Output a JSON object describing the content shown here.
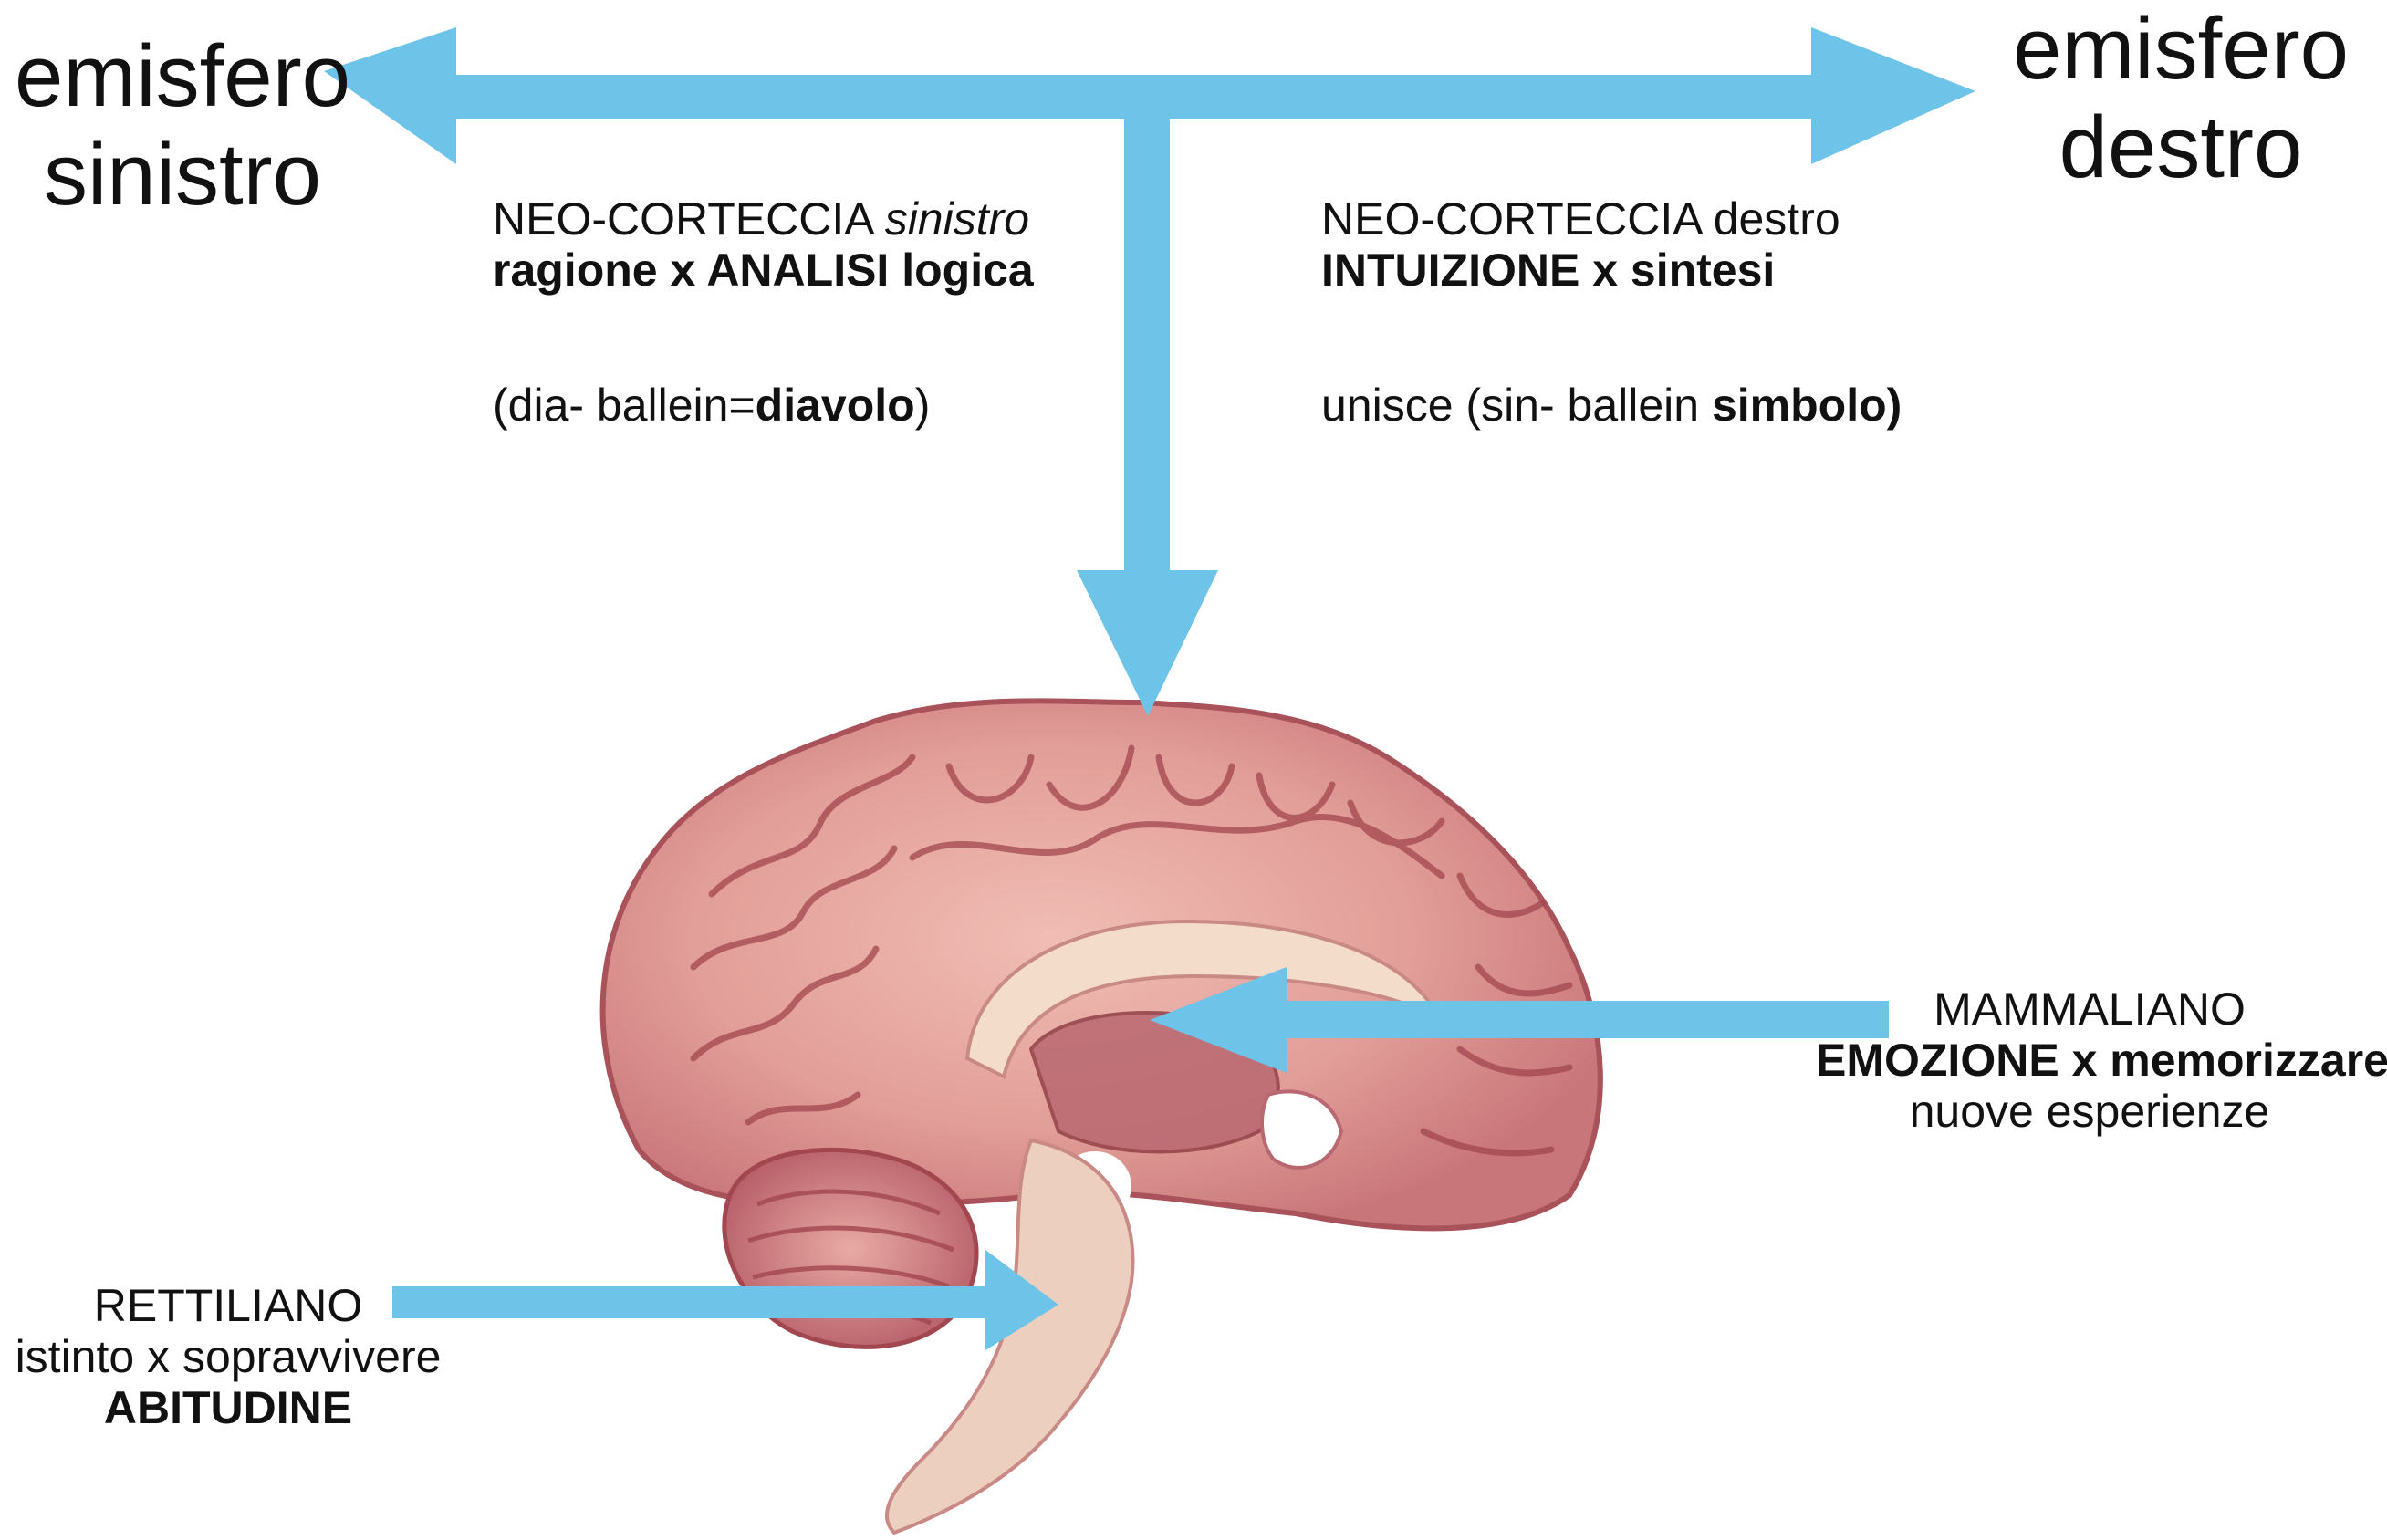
{
  "hemispheres": {
    "left": {
      "line1": "emisfero",
      "line2": "sinistro"
    },
    "right": {
      "line1": "emisfero",
      "line2": "destro"
    }
  },
  "neocortex_left": {
    "title_plain": "NEO-CORTECCIA ",
    "title_italic": "sinistro",
    "subtitle": "ragione x ANALISI logica",
    "note_prefix": "(dia- ballein=",
    "note_bold": "diavolo",
    "note_suffix": ")"
  },
  "neocortex_right": {
    "title": "NEO-CORTECCIA destro",
    "subtitle": "INTUIZIONE x sintesi",
    "note_prefix": "unisce (sin- ballein ",
    "note_bold": "simbolo)"
  },
  "mammalian": {
    "title": "MAMMALIANO",
    "subtitle": "EMOZIONE x memorizzare",
    "note": "nuove esperienze"
  },
  "reptilian": {
    "title": "RETTILIANO",
    "line2": "istinto x sopravvivere",
    "subtitle": "ABITUDINE"
  },
  "colors": {
    "arrow": "#6ec4e8",
    "brain_base": "#e8a6a0",
    "brain_dark": "#b35a5f",
    "brain_light": "#f3d2c4",
    "text": "#111111"
  }
}
